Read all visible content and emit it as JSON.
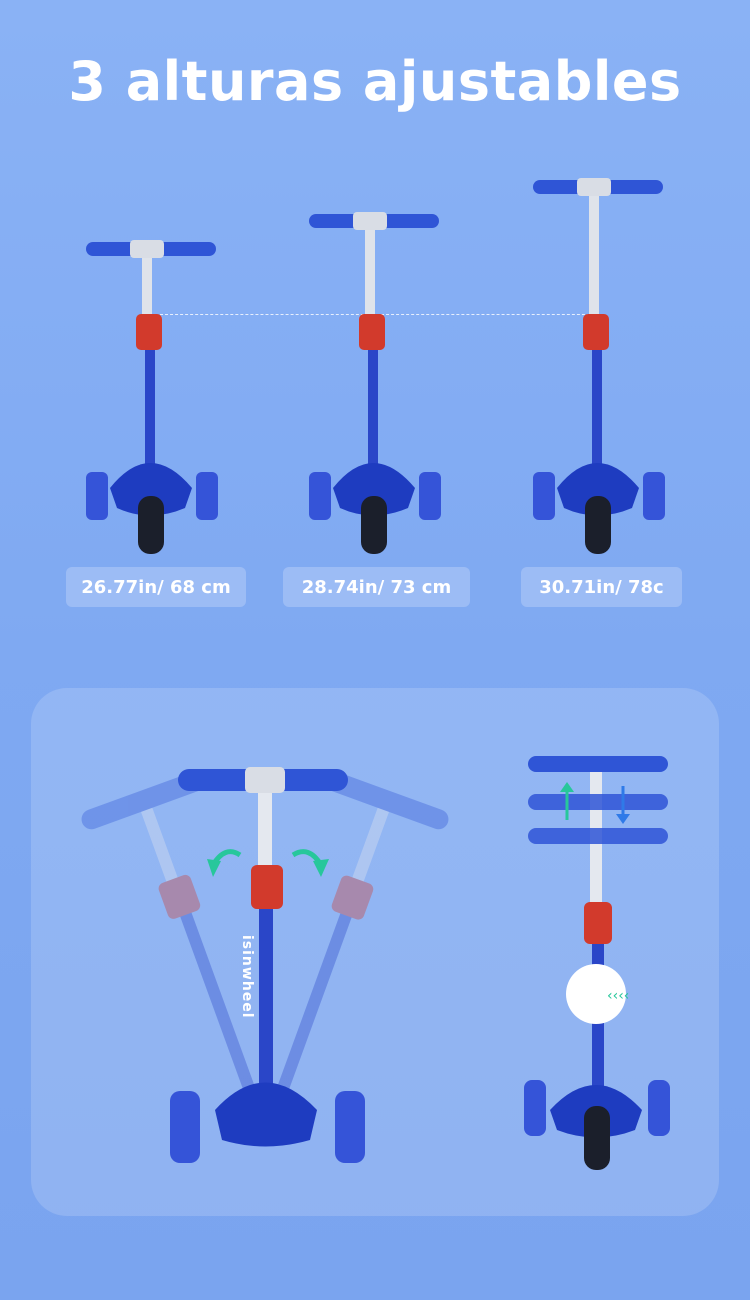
{
  "title": "3 alturas ajustables",
  "heights": [
    {
      "label": "26.77in/ 68 cm"
    },
    {
      "label": "28.74in/ 73 cm"
    },
    {
      "label": "30.71in/ 78c"
    }
  ],
  "brand": {
    "name": "isinwheel"
  },
  "colors": {
    "background": "#82acf3",
    "deck": "#2a46c8",
    "clamp": "#d23a2c",
    "stem": "#d8dde6",
    "arrow": "#27c79b"
  }
}
